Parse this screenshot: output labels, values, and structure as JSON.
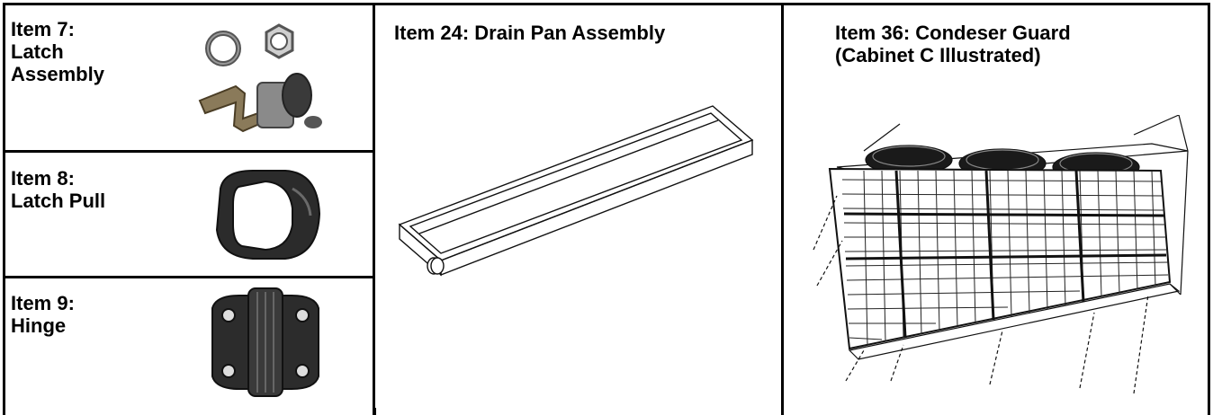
{
  "items": {
    "latch_assembly": {
      "title": "Item 7:\nLatch\nAssembly",
      "icon": "latch-assembly-photo"
    },
    "latch_pull": {
      "title": "Item 8:\nLatch Pull",
      "icon": "latch-pull-photo"
    },
    "hinge": {
      "title": "Item 9:\nHinge",
      "icon": "hinge-photo"
    },
    "drain_pan": {
      "title": "Item 24: Drain Pan Assembly",
      "icon": "drain-pan-drawing"
    },
    "condenser_guard": {
      "title": "Item 36: Condeser Guard\n(Cabinet C Illustrated)",
      "icon": "condenser-guard-drawing"
    }
  }
}
